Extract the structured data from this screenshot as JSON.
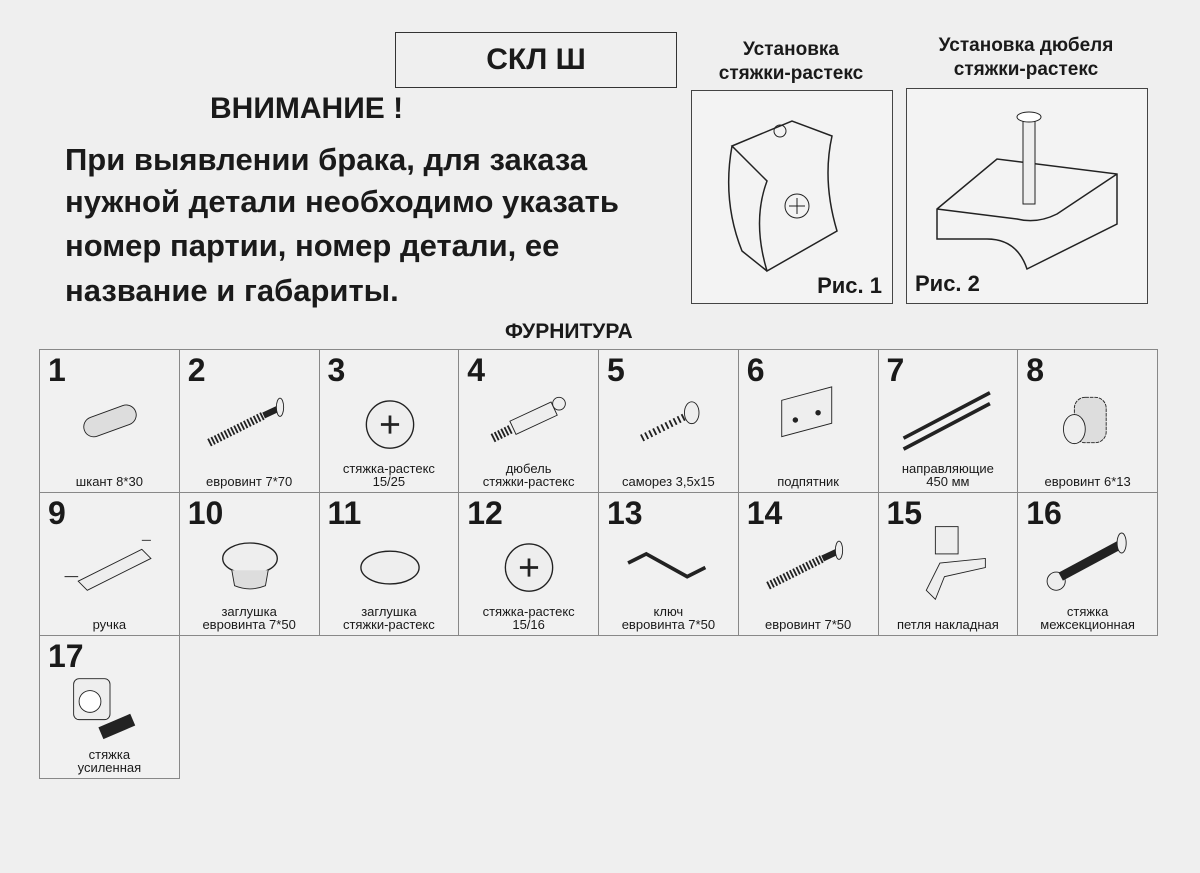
{
  "header": {
    "code": "СКЛ Ш",
    "warning_title": "ВНИМАНИЕ !",
    "warning_lines": [
      "При выявлении брака, для заказа",
      "нужной детали необходимо указать",
      "номер партии, номер детали, ее",
      "название и габариты."
    ]
  },
  "figures": [
    {
      "title": "Установка\nстяжки-растекс",
      "caption": "Рис. 1"
    },
    {
      "title": "Установка дюбеля\nстяжки-растекс",
      "caption": "Рис. 2"
    }
  ],
  "fittings_title": "ФУРНИТУРА",
  "items": [
    {
      "num": "1",
      "label": "шкант 8*30",
      "icon": "dowel-icon"
    },
    {
      "num": "2",
      "label": "евровинт 7*70",
      "icon": "screw-icon"
    },
    {
      "num": "3",
      "label": "стяжка-растекс\n15/25",
      "icon": "cam-lock-icon"
    },
    {
      "num": "4",
      "label": "дюбель\nстяжки-растекс",
      "icon": "cam-bolt-icon"
    },
    {
      "num": "5",
      "label": "саморез 3,5х15",
      "icon": "wood-screw-icon"
    },
    {
      "num": "6",
      "label": "подпятник",
      "icon": "foot-pad-icon"
    },
    {
      "num": "7",
      "label": "направляющие\n450 мм",
      "icon": "drawer-rail-icon"
    },
    {
      "num": "8",
      "label": "евровинт 6*13",
      "icon": "short-screw-icon"
    },
    {
      "num": "9",
      "label": "ручка",
      "icon": "handle-icon"
    },
    {
      "num": "10",
      "label": "заглушка\nевровинта 7*50",
      "icon": "cap-icon"
    },
    {
      "num": "11",
      "label": "заглушка\nстяжки-растекс",
      "icon": "disc-cap-icon"
    },
    {
      "num": "12",
      "label": "стяжка-растекс\n15/16",
      "icon": "cam-lock-icon"
    },
    {
      "num": "13",
      "label": "ключ\nевровинта 7*50",
      "icon": "hex-key-icon"
    },
    {
      "num": "14",
      "label": "евровинт 7*50",
      "icon": "screw-icon"
    },
    {
      "num": "15",
      "label": "петля накладная",
      "icon": "hinge-icon"
    },
    {
      "num": "16",
      "label": "стяжка\nмежсекционная",
      "icon": "connector-icon"
    },
    {
      "num": "17",
      "label": "стяжка\nусиленная",
      "icon": "reinforced-cam-icon"
    }
  ]
}
